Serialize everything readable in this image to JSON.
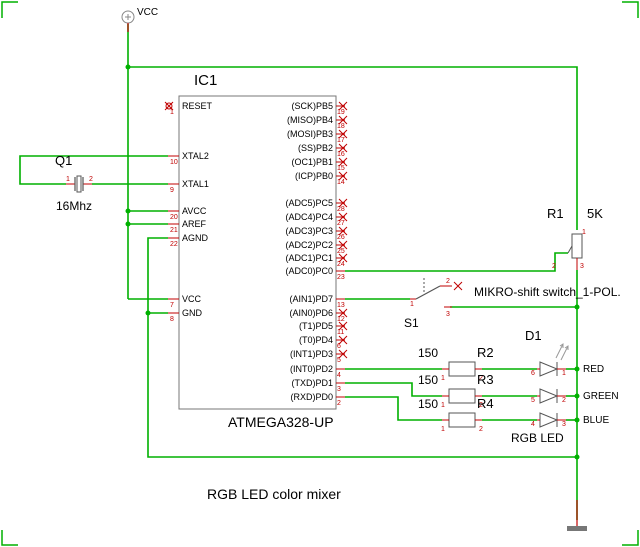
{
  "ic": {
    "ref": "IC1",
    "part": "ATMEGA328-UP",
    "left_pins": [
      {
        "name": "RESET",
        "num": "1"
      },
      {
        "name": "XTAL2",
        "num": "10"
      },
      {
        "name": "XTAL1",
        "num": "9"
      },
      {
        "name": "AVCC",
        "num": "20"
      },
      {
        "name": "AREF",
        "num": "21"
      },
      {
        "name": "AGND",
        "num": "22"
      },
      {
        "name": "VCC",
        "num": "7"
      },
      {
        "name": "GND",
        "num": "8"
      }
    ],
    "right_pins": [
      {
        "name": "(SCK)PB5",
        "num": "19"
      },
      {
        "name": "(MISO)PB4",
        "num": "18"
      },
      {
        "name": "(MOSI)PB3",
        "num": "17"
      },
      {
        "name": "(SS)PB2",
        "num": "16"
      },
      {
        "name": "(OC1)PB1",
        "num": "15"
      },
      {
        "name": "(ICP)PB0",
        "num": "14"
      },
      {
        "name": "(ADC5)PC5",
        "num": "28"
      },
      {
        "name": "(ADC4)PC4",
        "num": "27"
      },
      {
        "name": "(ADC3)PC3",
        "num": "26"
      },
      {
        "name": "(ADC2)PC2",
        "num": "25"
      },
      {
        "name": "(ADC1)PC1",
        "num": "24"
      },
      {
        "name": "(ADC0)PC0",
        "num": "23"
      },
      {
        "name": "(AIN1)PD7",
        "num": "13"
      },
      {
        "name": "(AIN0)PD6",
        "num": "12"
      },
      {
        "name": "(T1)PD5",
        "num": "11"
      },
      {
        "name": "(T0)PD4",
        "num": "6"
      },
      {
        "name": "(INT1)PD3",
        "num": "5"
      },
      {
        "name": "(INT0)PD2",
        "num": "4"
      },
      {
        "name": "(TXD)PD1",
        "num": "3"
      },
      {
        "name": "(RXD)PD0",
        "num": "2"
      }
    ]
  },
  "power": {
    "vcc_label": "VCC"
  },
  "crystal": {
    "ref": "Q1",
    "value": "16Mhz",
    "pin1": "1",
    "pin2": "2"
  },
  "pot": {
    "ref": "R1",
    "value": "5K",
    "pin1": "1",
    "pin2": "2",
    "pin3": "3"
  },
  "switch": {
    "ref": "S1",
    "label": "MIKRO-shift switch_1-POL.",
    "pin1": "1",
    "pin2": "2",
    "pin3": "3"
  },
  "resistors": [
    {
      "value": "150",
      "ref": "R2",
      "pin1": "1",
      "pin2": "2"
    },
    {
      "value": "150",
      "ref": "R3",
      "pin1": "1",
      "pin2": "2"
    },
    {
      "value": "150",
      "ref": "R4",
      "pin1": "1",
      "pin2": "2"
    }
  ],
  "led": {
    "ref": "D1",
    "label": "RGB LED",
    "channels": [
      {
        "name": "RED",
        "in": "6",
        "out": "1"
      },
      {
        "name": "GREEN",
        "in": "5",
        "out": "2"
      },
      {
        "name": "BLUE",
        "in": "4",
        "out": "3"
      }
    ]
  },
  "caption": "RGB LED color mixer",
  "colors": {
    "wire": "#00b000",
    "pin": "#c00000",
    "outline": "#555555"
  }
}
